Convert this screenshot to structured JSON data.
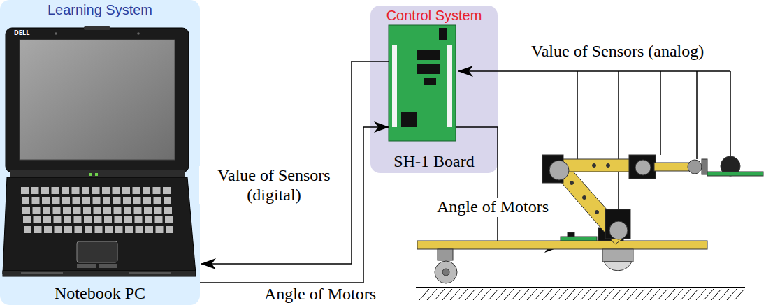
{
  "diagram": {
    "nodes": [
      {
        "text": [
          "Learning System",
          "Notebook PC"
        ]
      },
      {
        "text": [
          "Control System",
          "SH-1 Board"
        ]
      }
    ],
    "edges": [
      {
        "from": 1,
        "to": 0,
        "arrow": "to",
        "label": "Value of Sensors (digital)"
      },
      {
        "from": 0,
        "to": 1,
        "arrow": "to",
        "label": "Angle of Motors"
      }
    ],
    "labels": [
      "Value of Sensors (analog)",
      "Angle of Motors",
      "DELL"
    ]
  }
}
